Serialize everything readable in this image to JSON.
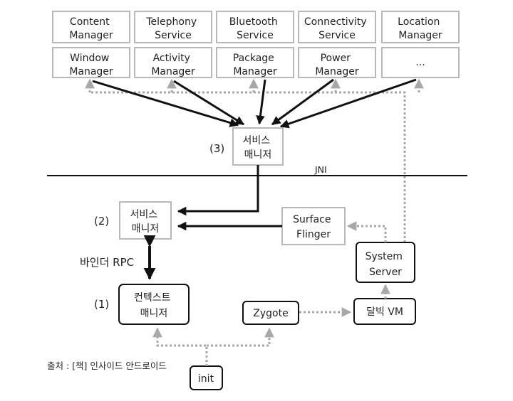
{
  "services": {
    "row1": [
      {
        "id": "content-manager",
        "lines": [
          "Content",
          "Manager"
        ]
      },
      {
        "id": "telephony-service",
        "lines": [
          "Telephony",
          "Service"
        ]
      },
      {
        "id": "bluetooth-service",
        "lines": [
          "Bluetooth",
          "Service"
        ]
      },
      {
        "id": "connectivity-service",
        "lines": [
          "Connectivity",
          "Service"
        ]
      },
      {
        "id": "location-manager",
        "lines": [
          "Location",
          "Manager"
        ]
      }
    ],
    "row2": [
      {
        "id": "window-manager",
        "lines": [
          "Window",
          "Manager"
        ]
      },
      {
        "id": "activity-manager",
        "lines": [
          "Activity",
          "Manager"
        ]
      },
      {
        "id": "package-manager",
        "lines": [
          "Package",
          "Manager"
        ]
      },
      {
        "id": "power-manager",
        "lines": [
          "Power",
          "Manager"
        ]
      },
      {
        "id": "more-services",
        "lines": [
          "..."
        ]
      }
    ]
  },
  "nodes": {
    "service_manager_java": {
      "lines": [
        "서비스",
        "매니저"
      ],
      "step": "(3)"
    },
    "jni_label": "JNI",
    "service_manager_native": {
      "lines": [
        "서비스",
        "매니저"
      ],
      "step": "(2)"
    },
    "surface_flinger": {
      "lines": [
        "Surface",
        "Flinger"
      ]
    },
    "system_server": {
      "lines": [
        "System",
        "Server"
      ]
    },
    "binder_rpc": "바인더 RPC",
    "context_manager": {
      "lines": [
        "컨텍스트",
        "매니저"
      ],
      "step": "(1)"
    },
    "zygote": {
      "lines": [
        "Zygote"
      ]
    },
    "dalvik_vm": {
      "lines": [
        "달빅 VM"
      ]
    },
    "init": {
      "lines": [
        "init"
      ]
    }
  },
  "source_caption": "출처 : [책] 인사이드 안드로이드",
  "colors": {
    "box_border_light": "#b8b8b8",
    "box_border_dark": "#111111",
    "arrow_solid": "#111111",
    "arrow_dotted": "#a8a8a8",
    "jni_line": "#111111"
  }
}
